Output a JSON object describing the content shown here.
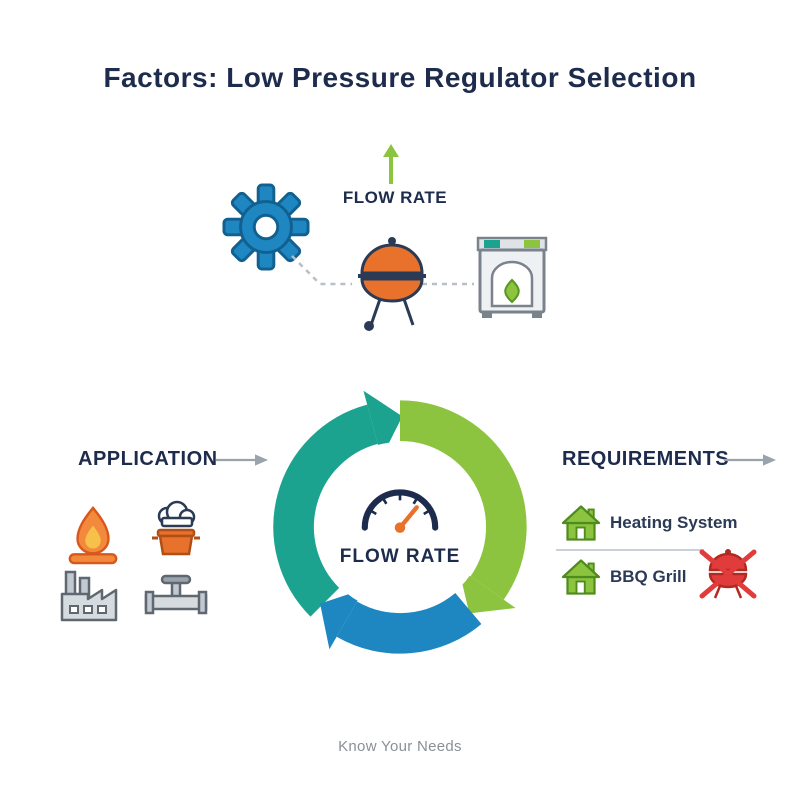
{
  "title": "Factors: Low Pressure Regulator Selection",
  "top_diagram": {
    "flow_rate_label": "FLOW RATE"
  },
  "cycle": {
    "center_label": "FLOW RATE"
  },
  "application": {
    "heading": "APPLICATION"
  },
  "requirements": {
    "heading": "REQUIREMENTS",
    "items": [
      {
        "label": "Heating System"
      },
      {
        "label": "BBQ Grill"
      }
    ]
  },
  "footer": {
    "tagline": "Know Your Needs"
  },
  "colors": {
    "navy": "#1d2b4c",
    "blue": "#1e87c2",
    "blue_dark": "#11608f",
    "green": "#8cc43f",
    "green_dark": "#5a9423",
    "teal": "#1ba390",
    "orange": "#e8722c",
    "red": "#e23b3b",
    "gray": "#8d939b"
  }
}
